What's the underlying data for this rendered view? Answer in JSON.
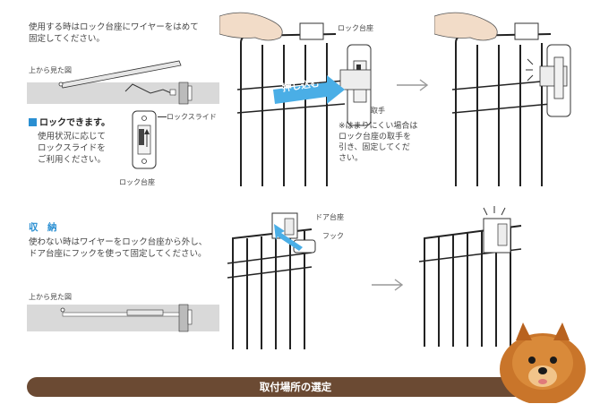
{
  "lock_section": {
    "intro": "使用する時はロック台座にワイヤーをはめて\n固定してください。",
    "top_view_label": "上から見た図",
    "lockable_title": "ロックできます。",
    "lockable_desc": "使用状況に応じて\nロックスライドを\nご利用ください。",
    "lock_slide_label": "ロックスライド",
    "lock_base_label": "ロック台座",
    "diagram_lock_base_label": "ロック台座",
    "push_label": "押し込む",
    "handle_label": "取手",
    "note": "※はまりにくい場合は\nロック台座の取手を\n引き、固定してくだ\nさい。"
  },
  "storage_section": {
    "title": "収　納",
    "desc": "使わない時はワイヤーをロック台座から外し、\nドア台座にフックを使って固定してください。",
    "top_view_label": "上から見た図",
    "door_base_label": "ドア台座",
    "hook_label": "フック"
  },
  "footer": {
    "title": "取付場所の選定"
  },
  "colors": {
    "accent": "#2a8fd2",
    "footer_bg": "#6b4a33",
    "footer_text": "#ffffff"
  }
}
